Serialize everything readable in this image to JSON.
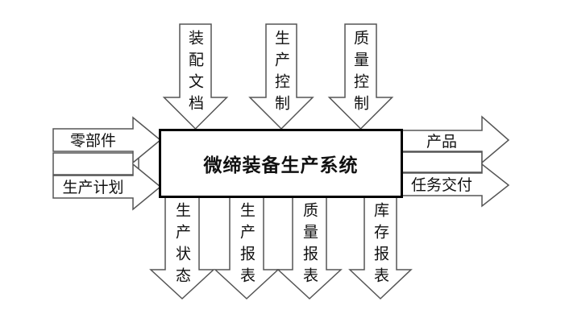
{
  "diagram": {
    "title": "微缔装备生产系统",
    "top_inputs": [
      "装配文档",
      "生产控制",
      "质量控制"
    ],
    "left_inputs": [
      "零部件",
      "生产计划"
    ],
    "right_outputs": [
      "产品",
      "任务交付"
    ],
    "bottom_outputs": [
      "生产状态",
      "生产报表",
      "质量报表",
      "库存报表"
    ],
    "colors": {
      "outline": "#555555",
      "box_border": "#000000",
      "shape_fill": "#ffffff",
      "text": "#111111",
      "background": "#ffffff"
    }
  }
}
